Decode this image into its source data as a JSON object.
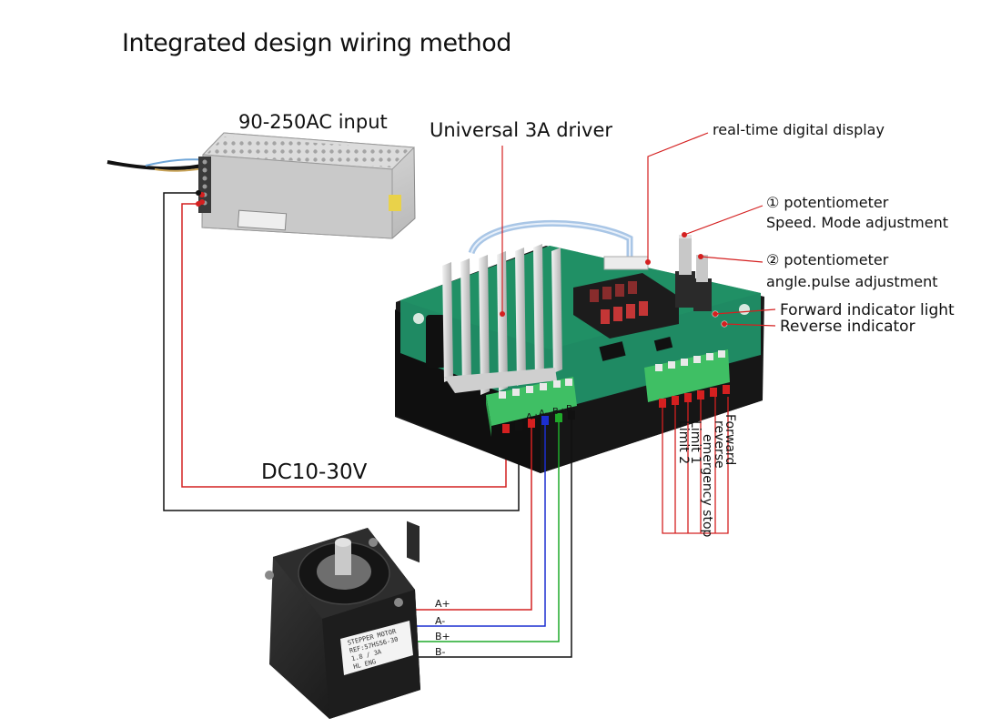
{
  "title": "Integrated design wiring method",
  "power_supply": {
    "label": "90-250AC input"
  },
  "driver": {
    "label": "Universal 3A driver",
    "display_label": "real-time digital display",
    "pot1_line1": "① potentiometer",
    "pot1_line2": "Speed. Mode adjustment",
    "pot2_line1": "② potentiometer",
    "pot2_line2": "angle.pulse adjustment",
    "forward_light": "Forward indicator light",
    "reverse_light": "Reverse indicator",
    "motor_terminals": [
      "A+",
      "A-",
      "B+",
      "B-"
    ],
    "control_inputs": [
      "Forward",
      "reverse",
      "emergency stop",
      "Limit 1",
      "Limit 2"
    ]
  },
  "dc_supply_label": "DC10-30V",
  "motor": {
    "wires": [
      "A+",
      "A-",
      "B+",
      "B-"
    ],
    "nameplate": [
      "STEPPER MOTOR",
      "REF:57HS56-30",
      "1.8 / 3A",
      "HL ENG"
    ]
  },
  "colors": {
    "red_wire": "#d42020",
    "black_wire": "#111111",
    "blue_wire": "#1c2fd0",
    "green_wire": "#1faa2a",
    "pcb": "#1f8a63",
    "terminal": "#3fbf64"
  }
}
